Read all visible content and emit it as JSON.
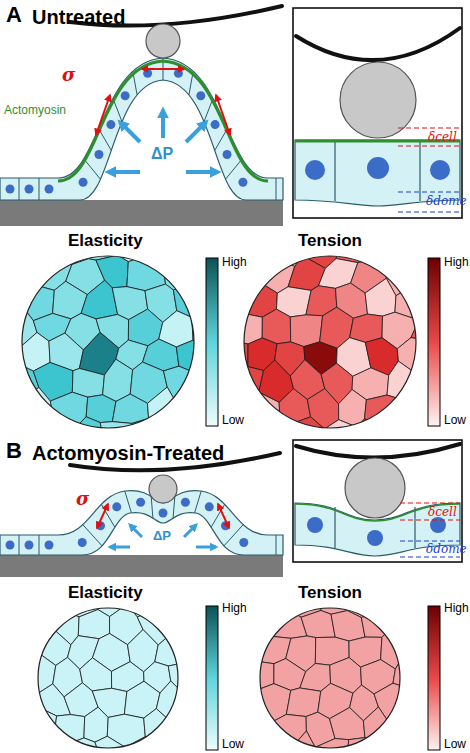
{
  "diagram": {
    "labels": [
      "A",
      "Untreated",
      "σ",
      "Actomyosin",
      "ΔP",
      "δcell",
      "δdome",
      "Elasticity",
      "High",
      "Low",
      "Tension",
      "High",
      "Low",
      "B",
      "Actomyosin-Treated",
      "σ",
      "ΔP",
      "δcell",
      "δdome",
      "Elasticity",
      "High",
      "Low",
      "Tension",
      "High",
      "Low"
    ]
  }
}
